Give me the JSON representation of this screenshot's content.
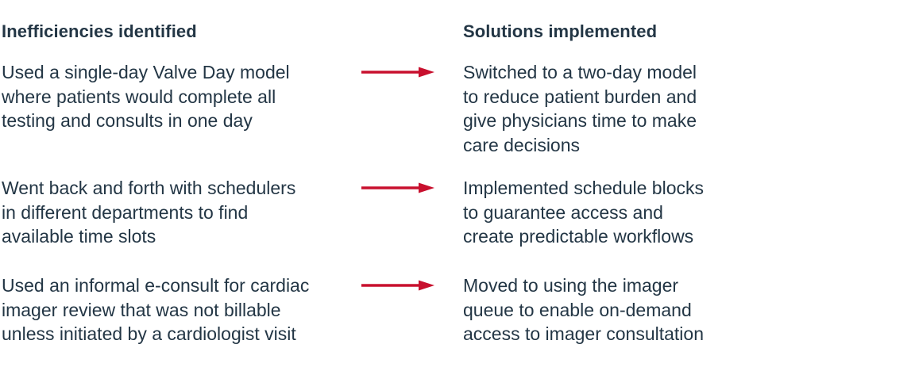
{
  "colors": {
    "text": "#233645",
    "accent": "#C8102E",
    "background": "#FFFFFF"
  },
  "diagram": {
    "left_heading": "Inefficiencies identified",
    "right_heading": "Solutions implemented",
    "rows": [
      {
        "inefficiency": "Used a single-day Valve Day model\nwhere patients would complete all\ntesting and consults in one day",
        "solution": "Switched to a two-day model\nto reduce patient burden and\ngive physicians time to make\ncare decisions"
      },
      {
        "inefficiency": "Went back and forth with schedulers\nin different departments to find\navailable time slots",
        "solution": "Implemented schedule blocks\nto guarantee access and\ncreate predictable workflows"
      },
      {
        "inefficiency": "Used an informal e-consult for cardiac\nimager review that was not billable\nunless initiated by a cardiologist visit",
        "solution": "Moved to using the imager\nqueue to enable on-demand\naccess to imager consultation"
      }
    ],
    "arrow_icon": "right-arrow"
  }
}
